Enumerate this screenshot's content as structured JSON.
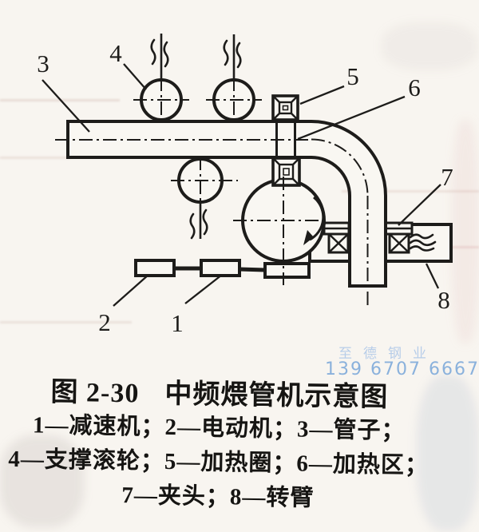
{
  "figure": {
    "callouts": [
      "1",
      "2",
      "3",
      "4",
      "5",
      "6",
      "7",
      "8"
    ],
    "caption": {
      "fig_no": "图 2-30",
      "title": "中频煨管机示意图",
      "legend_lines": [
        "1—减速机；2—电动机；3—管子；",
        "4—支撑滚轮；5—加热圈；6—加热区；",
        "7—夹头；8—转臂"
      ]
    }
  },
  "watermark": {
    "company": "至德钢业",
    "phone": "139 6707 6667"
  },
  "colors": {
    "ink": "#1d1c1a",
    "paper": "#f8f5f0",
    "watermark_company": "#b7cde9",
    "watermark_phone": "#8ab1dc"
  }
}
